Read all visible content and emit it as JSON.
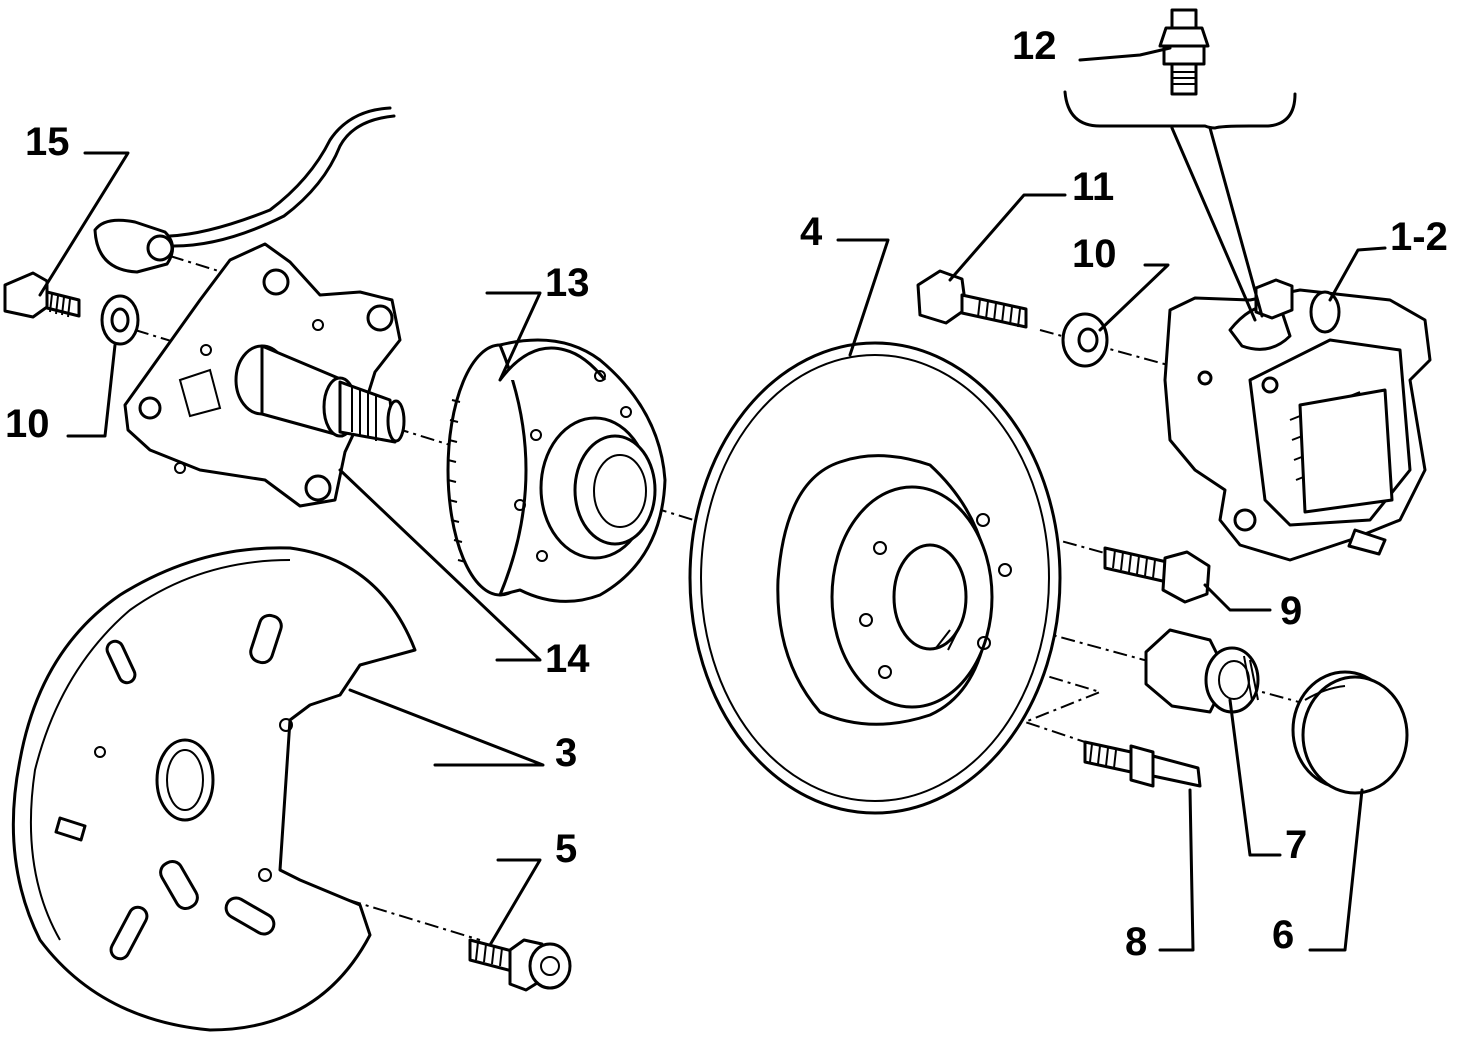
{
  "diagram": {
    "callouts": {
      "c1_2": "1-2",
      "c3": "3",
      "c4": "4",
      "c5": "5",
      "c6": "6",
      "c7": "7",
      "c8": "8",
      "c9": "9",
      "c10_left": "10",
      "c10_right": "10",
      "c11": "11",
      "c12": "12",
      "c13": "13",
      "c14": "14",
      "c15": "15"
    }
  }
}
